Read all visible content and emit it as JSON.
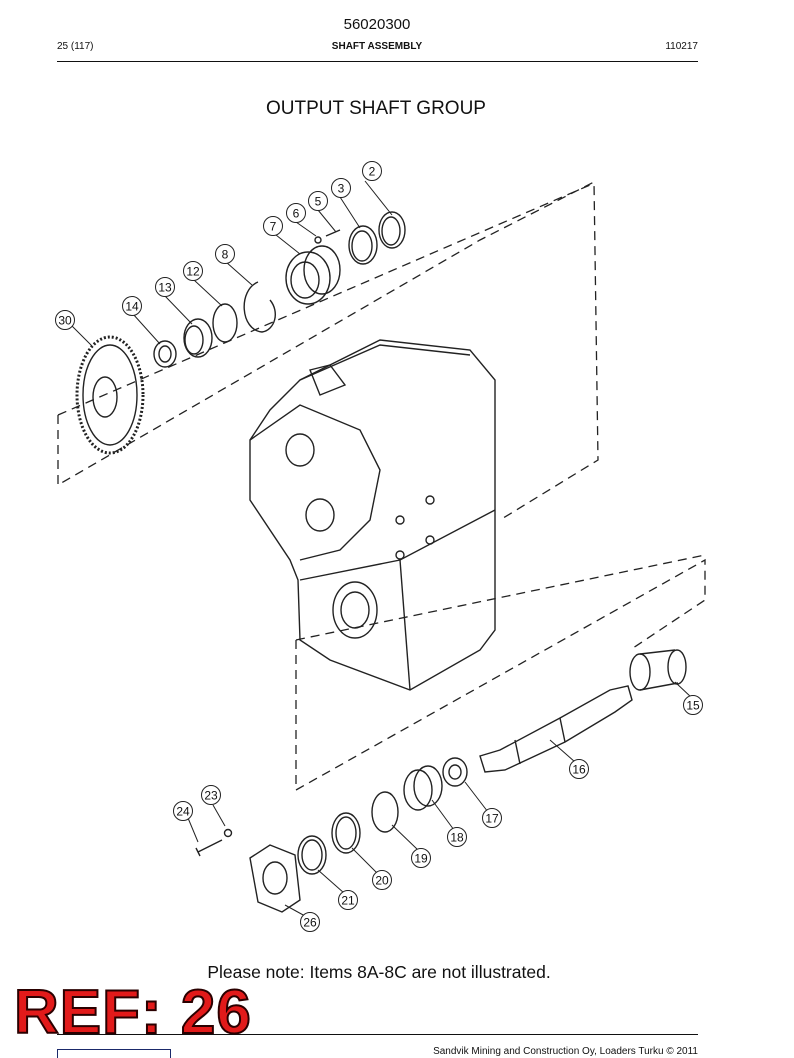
{
  "header": {
    "doc_number": "56020300",
    "page": "25 (117)",
    "section": "SHAFT ASSEMBLY",
    "code": "110217"
  },
  "diagram": {
    "title": "OUTPUT SHAFT GROUP",
    "callouts": [
      "2",
      "3",
      "5",
      "6",
      "7",
      "8",
      "12",
      "13",
      "14",
      "30",
      "15",
      "16",
      "17",
      "18",
      "19",
      "20",
      "21",
      "23",
      "24",
      "26"
    ]
  },
  "note": "Please note: Items 8A-8C are not illustrated.",
  "stamp": {
    "label": "REF: 26",
    "color": "#e21a1a"
  },
  "footer": {
    "copyright": "Sandvik Mining and Construction Oy, Loaders Turku © 2011"
  }
}
